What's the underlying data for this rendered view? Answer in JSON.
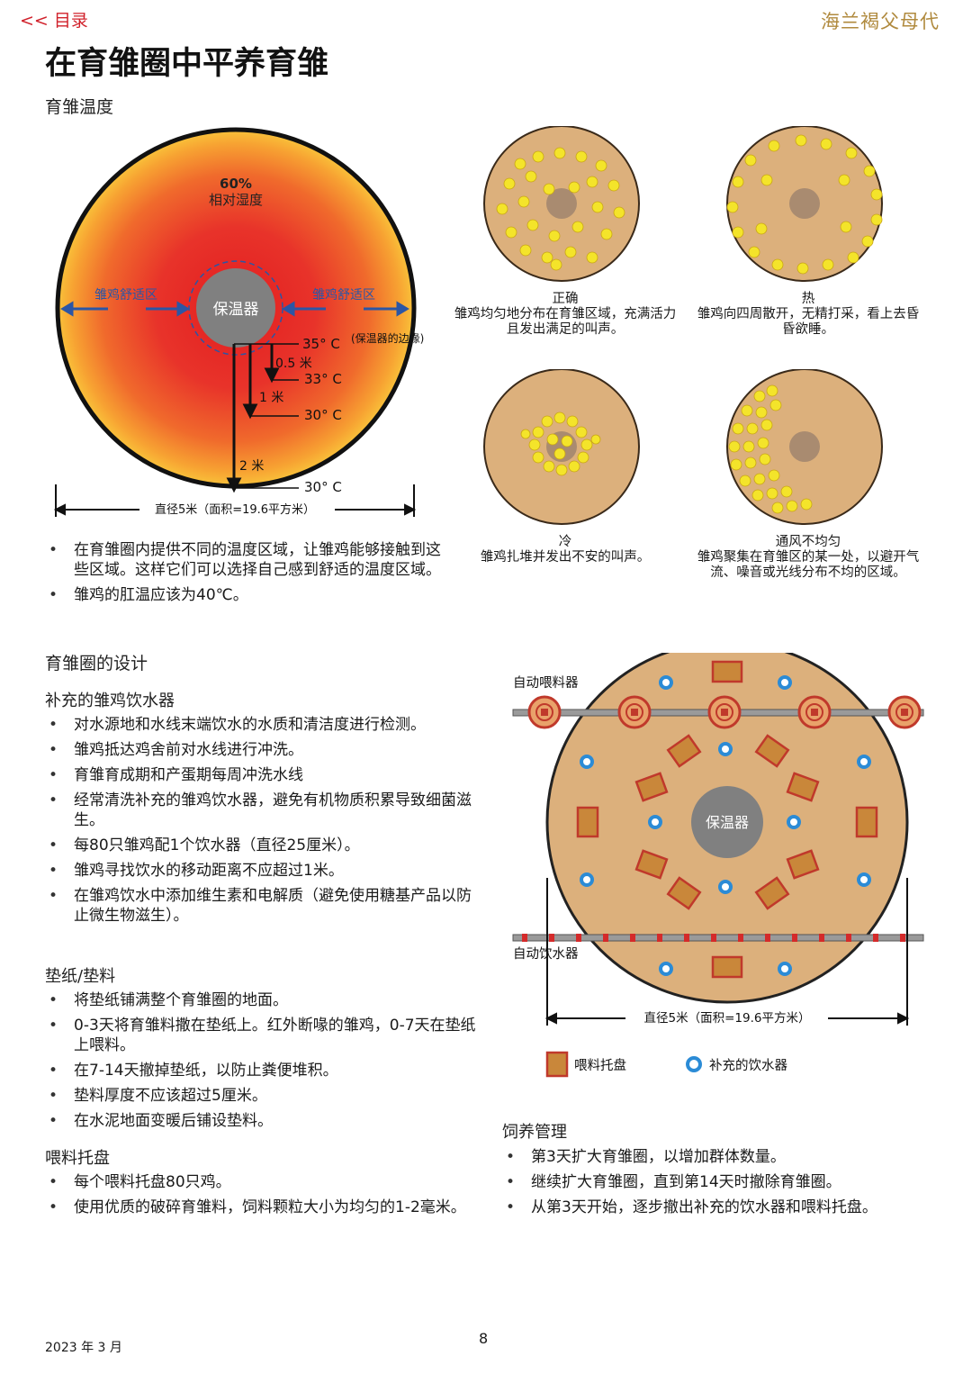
{
  "header": {
    "back_link": "<< 目录",
    "brand": "海兰褐父母代"
  },
  "title": "在育雏圈中平养育雏",
  "temp_section": {
    "heading": "育雏温度",
    "humidity_value": "60%",
    "humidity_label": "相对湿度",
    "comfort_zone": "雏鸡舒适区",
    "heater": "保温器",
    "t35": "35° C",
    "heater_edge": "(保温器的边缘)",
    "d05": "0.5 米",
    "t33": "33° C",
    "d1": "1 米",
    "t30a": "30° C",
    "d2": "2 米",
    "t30b": "30° C",
    "diameter": "直径5米（面积=19.6平方米）",
    "bullets": [
      "在育雏圈内提供不同的温度区域，让雏鸡能够接触到这些区域。这样它们可以选择自己感到舒适的温度区域。",
      "雏鸡的肛温应该为40℃。"
    ]
  },
  "distribution": [
    {
      "title": "正确",
      "desc": "雏鸡均匀地分布在育雏区域，充满活力且发出满足的叫声。"
    },
    {
      "title": "热",
      "desc": "雏鸡向四周散开，无精打采，看上去昏昏欲睡。"
    },
    {
      "title": "冷",
      "desc": "雏鸡扎堆并发出不安的叫声。"
    },
    {
      "title": "通风不均匀",
      "desc": "雏鸡聚集在育雏区的某一处，以避开气流、噪音或光线分布不均的区域。"
    }
  ],
  "design": {
    "heading": "育雏圈的设计",
    "water_heading": "补充的雏鸡饮水器",
    "water_bullets": [
      "对水源地和水线末端饮水的水质和清洁度进行检测。",
      "雏鸡抵达鸡舍前对水线进行冲洗。",
      "育雏育成期和产蛋期每周冲洗水线",
      "经常清洗补充的雏鸡饮水器，避免有机物质积累导致细菌滋生。",
      "每80只雏鸡配1个饮水器（直径25厘米）。",
      "雏鸡寻找饮水的移动距离不应超过1米。",
      "在雏鸡饮水中添加维生素和电解质（避免使用糖基产品以防止微生物滋生）。"
    ],
    "litter_heading": "垫纸/垫料",
    "litter_bullets": [
      "将垫纸铺满整个育雏圈的地面。",
      "0-3天将育雏料撒在垫纸上。红外断喙的雏鸡，0-7天在垫纸上喂料。",
      "在7-14天撤掉垫纸，以防止粪便堆积。",
      "垫料厚度不应该超过5厘米。",
      "在水泥地面变暖后铺设垫料。"
    ],
    "tray_heading": "喂料托盘",
    "tray_bullets": [
      "每个喂料托盘80只鸡。",
      "使用优质的破碎育雏料，饲料颗粒大小为均匀的1-2毫米。"
    ]
  },
  "layout_diagram": {
    "auto_feeder": "自动喂料器",
    "auto_drinker": "自动饮水器",
    "heater": "保温器",
    "diameter": "直径5米（面积=19.6平方米）",
    "legend_tray": "喂料托盘",
    "legend_drinker": "补充的饮水器"
  },
  "management": {
    "heading": "饲养管理",
    "bullets": [
      "第3天扩大育雏圈，以增加群体数量。",
      "继续扩大育雏圈，直到第14天时撤除育雏圈。",
      "从第3天开始，逐步撤出补充的饮水器和喂料托盘。"
    ]
  },
  "footer": {
    "date": "2023 年 3 月",
    "page": "8"
  },
  "colors": {
    "accent_red": "#d0202a",
    "brand_gold": "#b08a3e",
    "pen_tan": "#dcb07c",
    "heater_gray": "#808080"
  }
}
